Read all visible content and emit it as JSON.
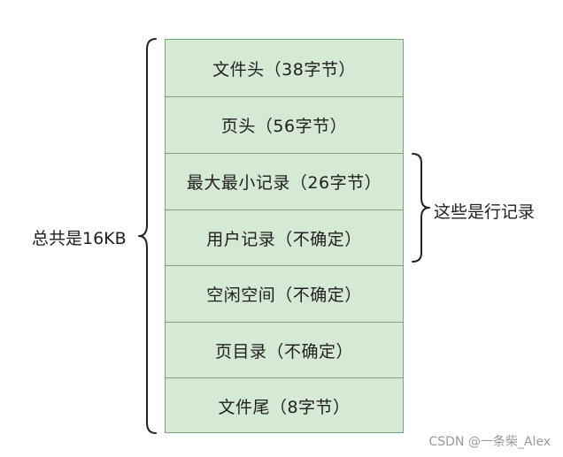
{
  "diagram": {
    "rows": [
      "文件头（38字节）",
      "页头（56字节）",
      "最大最小记录（26字节）",
      "用户记录（不确定）",
      "空闲空间（不确定）",
      "页目录（不确定）",
      "文件尾（8字节）"
    ],
    "left_label": "总共是16KB",
    "right_label": "这些是行记录",
    "watermark": "CSDN @一条柴_Alex"
  }
}
